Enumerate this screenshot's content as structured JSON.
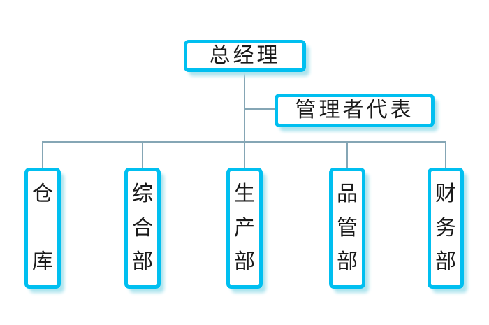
{
  "org_chart": {
    "root": {
      "label": "总经理"
    },
    "representative": {
      "label": "管理者代表"
    },
    "departments": [
      {
        "label": "仓库"
      },
      {
        "label": "综合部"
      },
      {
        "label": "生产部"
      },
      {
        "label": "品管部"
      },
      {
        "label": "财务部"
      }
    ]
  },
  "colors": {
    "node_border": "#00bff0",
    "node_shadow": "#aee4ee",
    "connector_line": "#85a6b5",
    "text": "#1a1a1a",
    "background": "#ffffff"
  }
}
